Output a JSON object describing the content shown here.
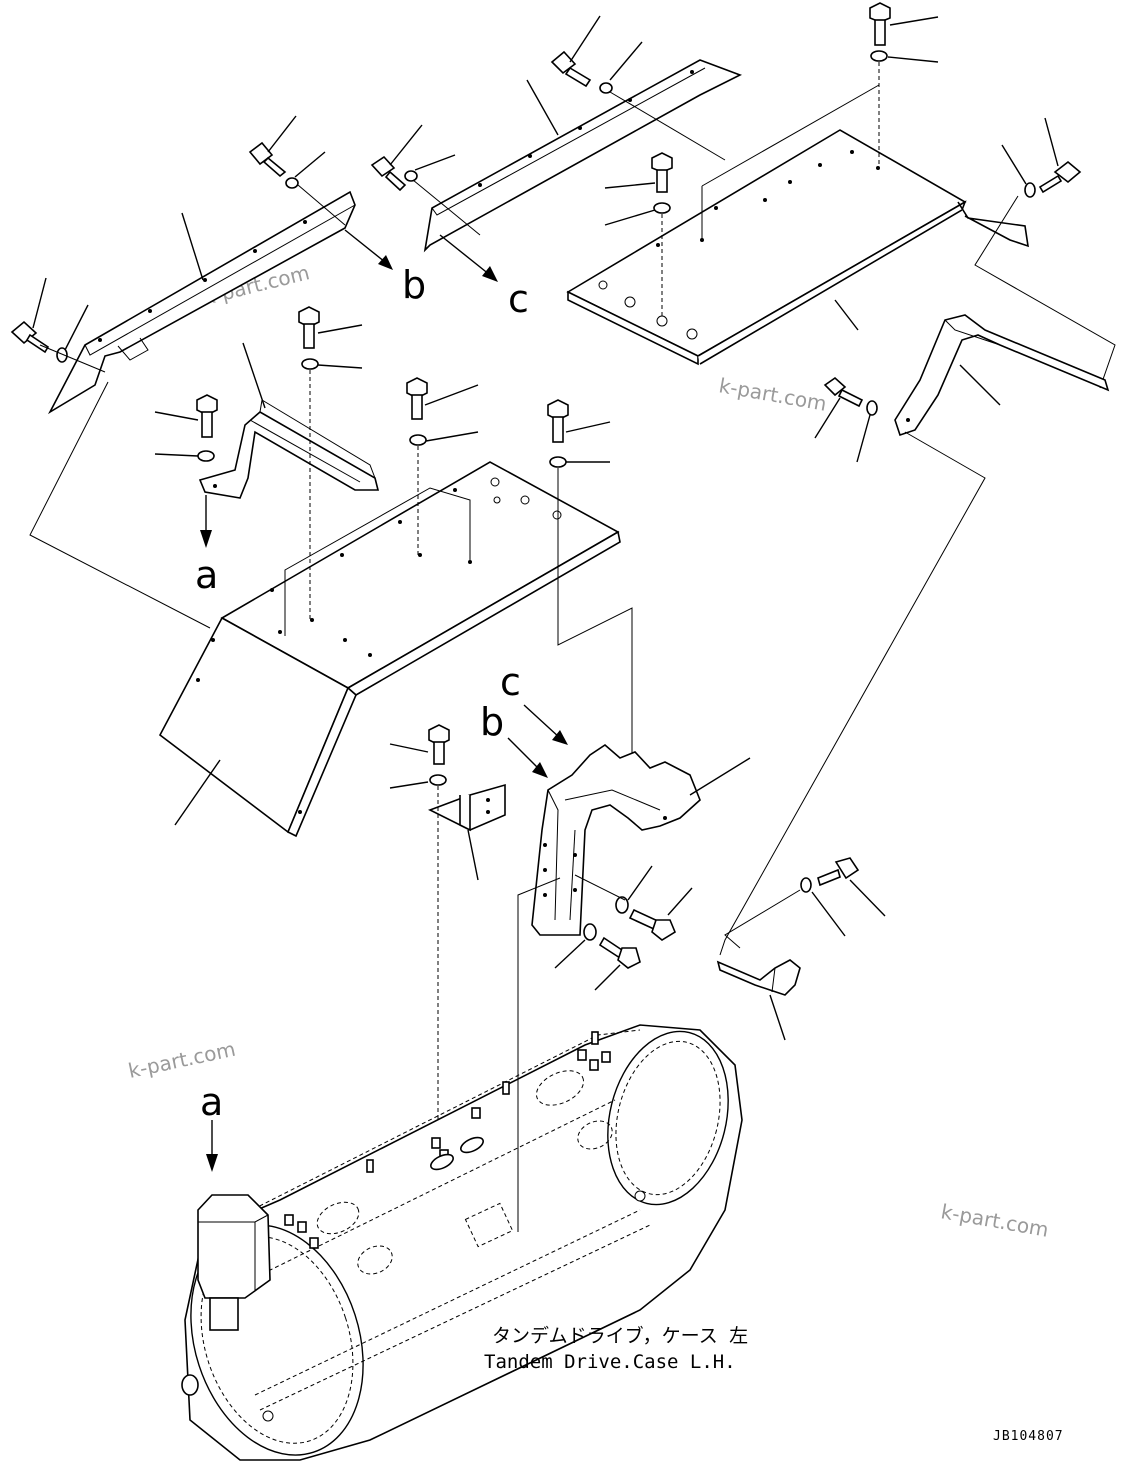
{
  "watermarks": [
    "k-part.com",
    "k-part.com",
    "k-part.com",
    "k-part.com"
  ],
  "reference_letters": {
    "a_upper": "a",
    "b_upper": "b",
    "c_upper": "c",
    "b_lower": "b",
    "c_lower": "c",
    "a_lower": "a"
  },
  "caption": {
    "japanese": "タンデムドライブ，ケース 左",
    "english": "Tandem Drive.Case L.H."
  },
  "drawing_code": "JB104807"
}
